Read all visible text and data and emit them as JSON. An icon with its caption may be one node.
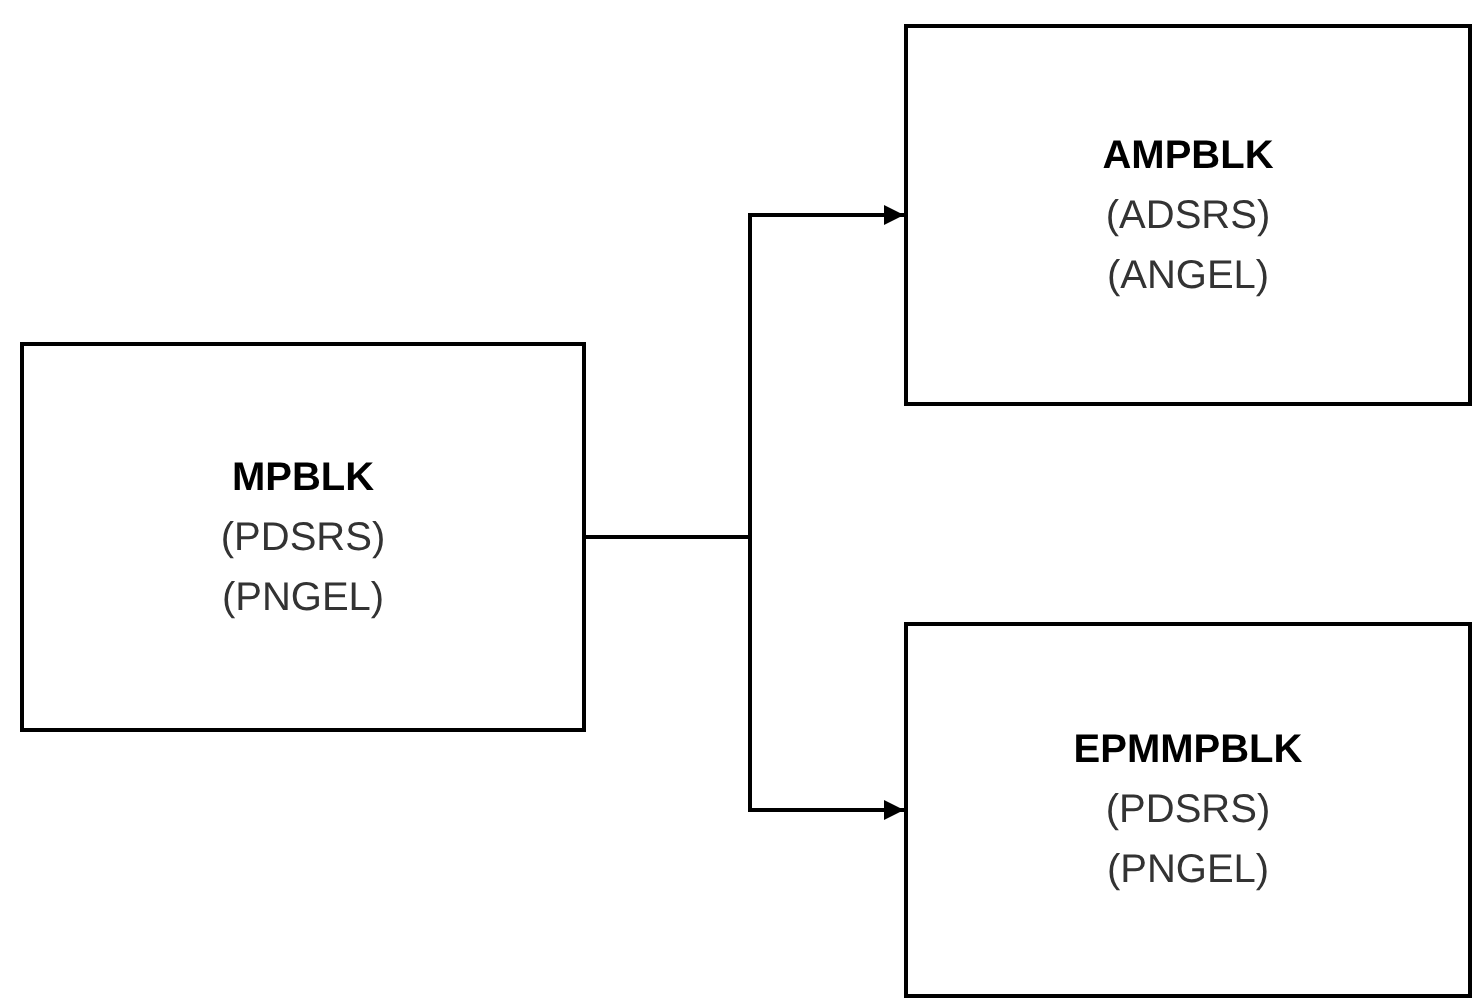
{
  "diagram": {
    "nodes": [
      {
        "text": [
          "MPBLK",
          "(PDSRS)",
          "(PNGEL)"
        ]
      },
      {
        "text": [
          "AMPBLK",
          "(ADSRS)",
          "(ANGEL)"
        ]
      },
      {
        "text": [
          "EPMMPBLK",
          "(PDSRS)",
          "(PNGEL)"
        ]
      }
    ],
    "edges": [
      {
        "from": 0,
        "to": 1,
        "arrow": "to"
      },
      {
        "from": 0,
        "to": 2,
        "arrow": "to"
      }
    ]
  }
}
